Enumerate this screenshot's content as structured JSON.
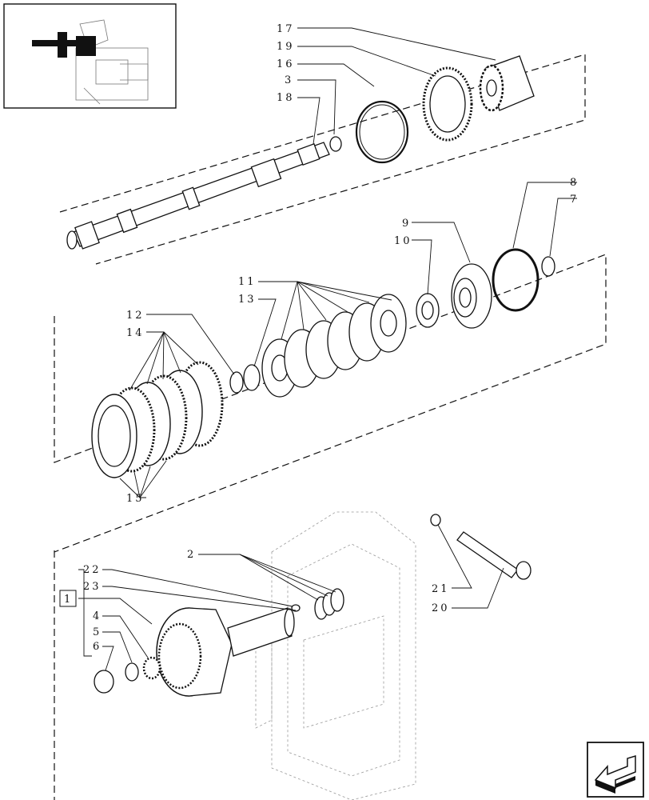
{
  "callouts": {
    "c17": "17",
    "c19": "19",
    "c16": "16",
    "c3": "3",
    "c18": "18",
    "c8": "8",
    "c7": "7",
    "c9": "9",
    "c10": "10",
    "c11": "11",
    "c13": "13",
    "c12": "12",
    "c14": "14",
    "c15": "15",
    "c2": "2",
    "c22": "22",
    "c23": "23",
    "c4": "4",
    "c5": "5",
    "c6": "6",
    "c1": "1",
    "c21": "21",
    "c20": "20"
  }
}
